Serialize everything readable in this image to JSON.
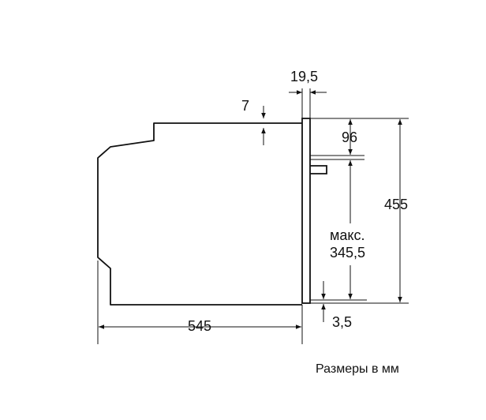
{
  "dimensions": {
    "gap_top": "7",
    "front_depth": "19,5",
    "upper_offset": "96",
    "total_height": "455",
    "max_label": "макс.",
    "max_value": "345,5",
    "bottom_offset": "3,5",
    "total_depth": "545"
  },
  "caption": "Размеры в мм"
}
